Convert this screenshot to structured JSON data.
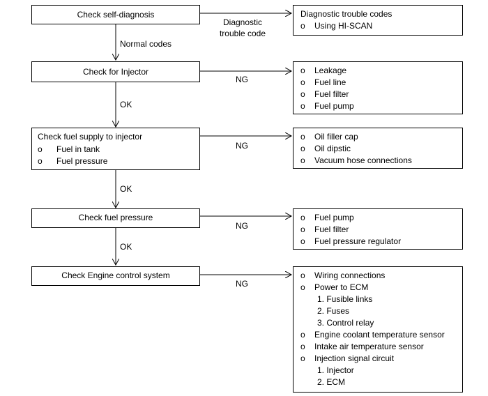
{
  "steps": [
    {
      "title": "Check self-diagnosis"
    },
    {
      "title": "Check for Injector"
    },
    {
      "title": "Check fuel supply to injector",
      "items": [
        "Fuel in tank",
        "Fuel pressure"
      ]
    },
    {
      "title": "Check fuel pressure"
    },
    {
      "title": "Check Engine control system"
    }
  ],
  "down_labels": [
    "Normal codes",
    "OK",
    "OK",
    "OK"
  ],
  "side_labels": [
    "Diagnostic",
    "trouble code",
    "NG",
    "NG",
    "NG",
    "NG"
  ],
  "bullet": "o",
  "results": [
    {
      "title": "Diagnostic trouble codes",
      "items": [
        "Using HI-SCAN"
      ]
    },
    {
      "items": [
        "Leakage",
        "Fuel line",
        "Fuel filter",
        "Fuel pump"
      ]
    },
    {
      "items": [
        "Oil filler cap",
        "Oil dipstic",
        "Vacuum hose connections"
      ]
    },
    {
      "items": [
        "Fuel pump",
        "Fuel filter",
        "Fuel pressure regulator"
      ]
    },
    {
      "items": [
        "Wiring connections",
        "Power to ECM",
        "Engine coolant temperature sensor",
        "Intake air temperature sensor",
        "Injection signal circuit"
      ],
      "power_sub": [
        "1. Fusible links",
        "2. Fuses",
        "3. Control relay"
      ],
      "injection_sub": [
        "1. Injector",
        "2. ECM"
      ]
    }
  ]
}
